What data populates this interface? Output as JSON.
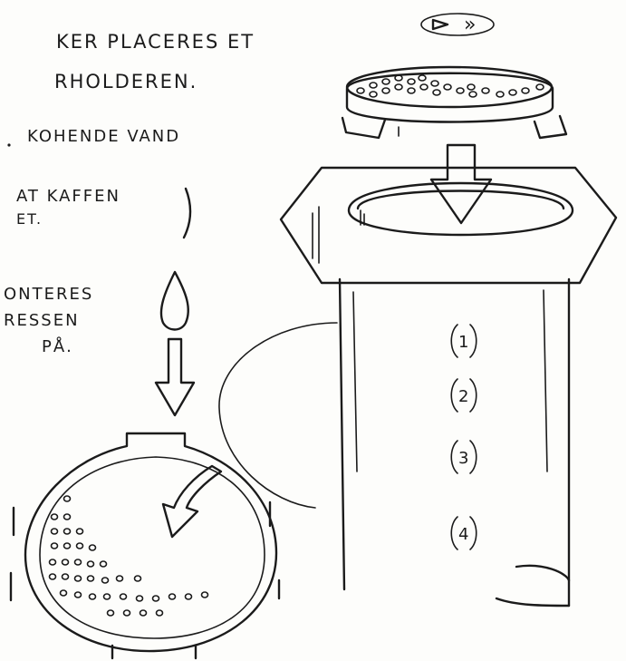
{
  "instructions": {
    "line1": "KER PLACERES ET",
    "line2": "RHOLDEREN.",
    "line3": "KOHENDE VAND",
    "line4": "AT KAFFEN",
    "line5": "ET.",
    "line6": "ONTERES",
    "line7": "RESSEN",
    "line8": "PÅ."
  },
  "chamber_numbers": [
    "1",
    "2",
    "3",
    "4"
  ],
  "rotation_symbol": "»"
}
